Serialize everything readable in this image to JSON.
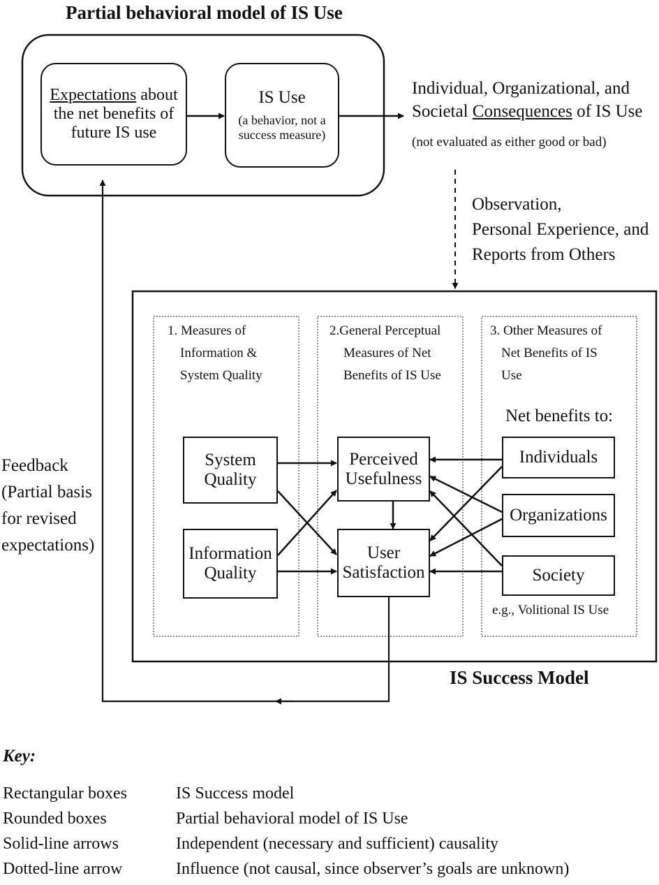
{
  "behavioral_model": {
    "title": "Partial behavioral model of IS Use",
    "expectations": {
      "word": "Expectations",
      "rest": "about",
      "line2": "the net benefits of",
      "line3": "future IS use"
    },
    "is_use": {
      "title": "IS Use",
      "line2": "(a behavior, not a",
      "line3": "success measure)"
    }
  },
  "consequences": {
    "line1": "Individual, Organizational, and",
    "line2_pre": "Societal",
    "line2_word": "Consequences",
    "line2_post": "of IS Use",
    "line3": "(not evaluated as either good or bad)"
  },
  "observation": {
    "line1": "Observation,",
    "line2": "Personal Experience, and",
    "line3": "Reports from Others"
  },
  "feedback": {
    "line1": "Feedback",
    "line2": "(Partial basis",
    "line3": "for revised",
    "line4": "expectations)"
  },
  "success_model": {
    "title": "IS Success Model",
    "col1": {
      "line1": "1. Measures of",
      "line2": "Information &",
      "line3": "System Quality"
    },
    "col2": {
      "line1": "2.General Perceptual",
      "line2": "Measures of Net",
      "line3": "Benefits of IS Use"
    },
    "col3": {
      "line1": "3. Other Measures of",
      "line2": "Net Benefits of IS",
      "line3": "Use",
      "net_benefits": "Net benefits to:",
      "example": "e.g., Volitional IS Use"
    },
    "system_quality": {
      "line1": "System",
      "line2": "Quality"
    },
    "information_quality": {
      "line1": "Information",
      "line2": "Quality"
    },
    "perceived_usefulness": {
      "line1": "Perceived",
      "line2": "Usefulness"
    },
    "user_satisfaction": {
      "line1": "User",
      "line2": "Satisfaction"
    },
    "individuals": "Individuals",
    "organizations": "Organizations",
    "society": "Society"
  },
  "key": {
    "title": "Key:",
    "rows": [
      {
        "term": "Rectangular boxes",
        "meaning": "IS Success model"
      },
      {
        "term": "Rounded boxes",
        "meaning": "Partial behavioral model of IS Use"
      },
      {
        "term": "Solid-line arrows",
        "meaning": "Independent (necessary and sufficient) causality"
      },
      {
        "term": "Dotted-line arrow",
        "meaning": "Influence (not causal, since observer’s goals are unknown)"
      }
    ]
  }
}
